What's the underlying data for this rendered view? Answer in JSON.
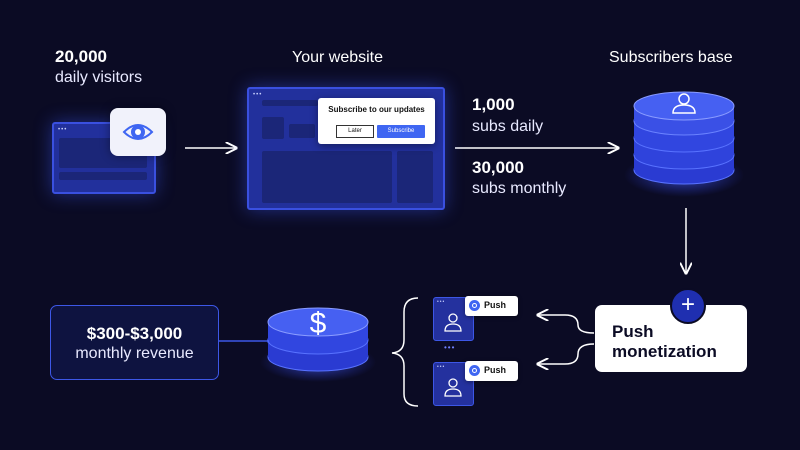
{
  "visitors": {
    "value": "20,000",
    "label": "daily visitors"
  },
  "website": {
    "title": "Your website",
    "popup": {
      "title": "Subscribe to our updates",
      "later": "Later",
      "subscribe": "Subscribe"
    }
  },
  "subs": {
    "daily_value": "1,000",
    "daily_label": "subs daily",
    "monthly_value": "30,000",
    "monthly_label": "subs monthly"
  },
  "subscribers_base": {
    "title": "Subscribers base"
  },
  "revenue": {
    "value": "$300-$3,000",
    "label": "monthly revenue",
    "symbol": "$"
  },
  "monetization": {
    "label_line1": "Push",
    "label_line2": "monetization",
    "plus": "+"
  },
  "push_items": [
    {
      "label": "Push"
    },
    {
      "label": "Push"
    }
  ],
  "ellipsis": "•••",
  "window_dots": "•••",
  "colors": {
    "background": "#0b0b24",
    "accent": "#3f66f2",
    "window": "#22309c",
    "glow": "#3a50e0"
  },
  "icons": [
    "eye-icon",
    "user-icon",
    "dollar-icon",
    "plus-icon",
    "push-icon",
    "arrow-icon"
  ]
}
